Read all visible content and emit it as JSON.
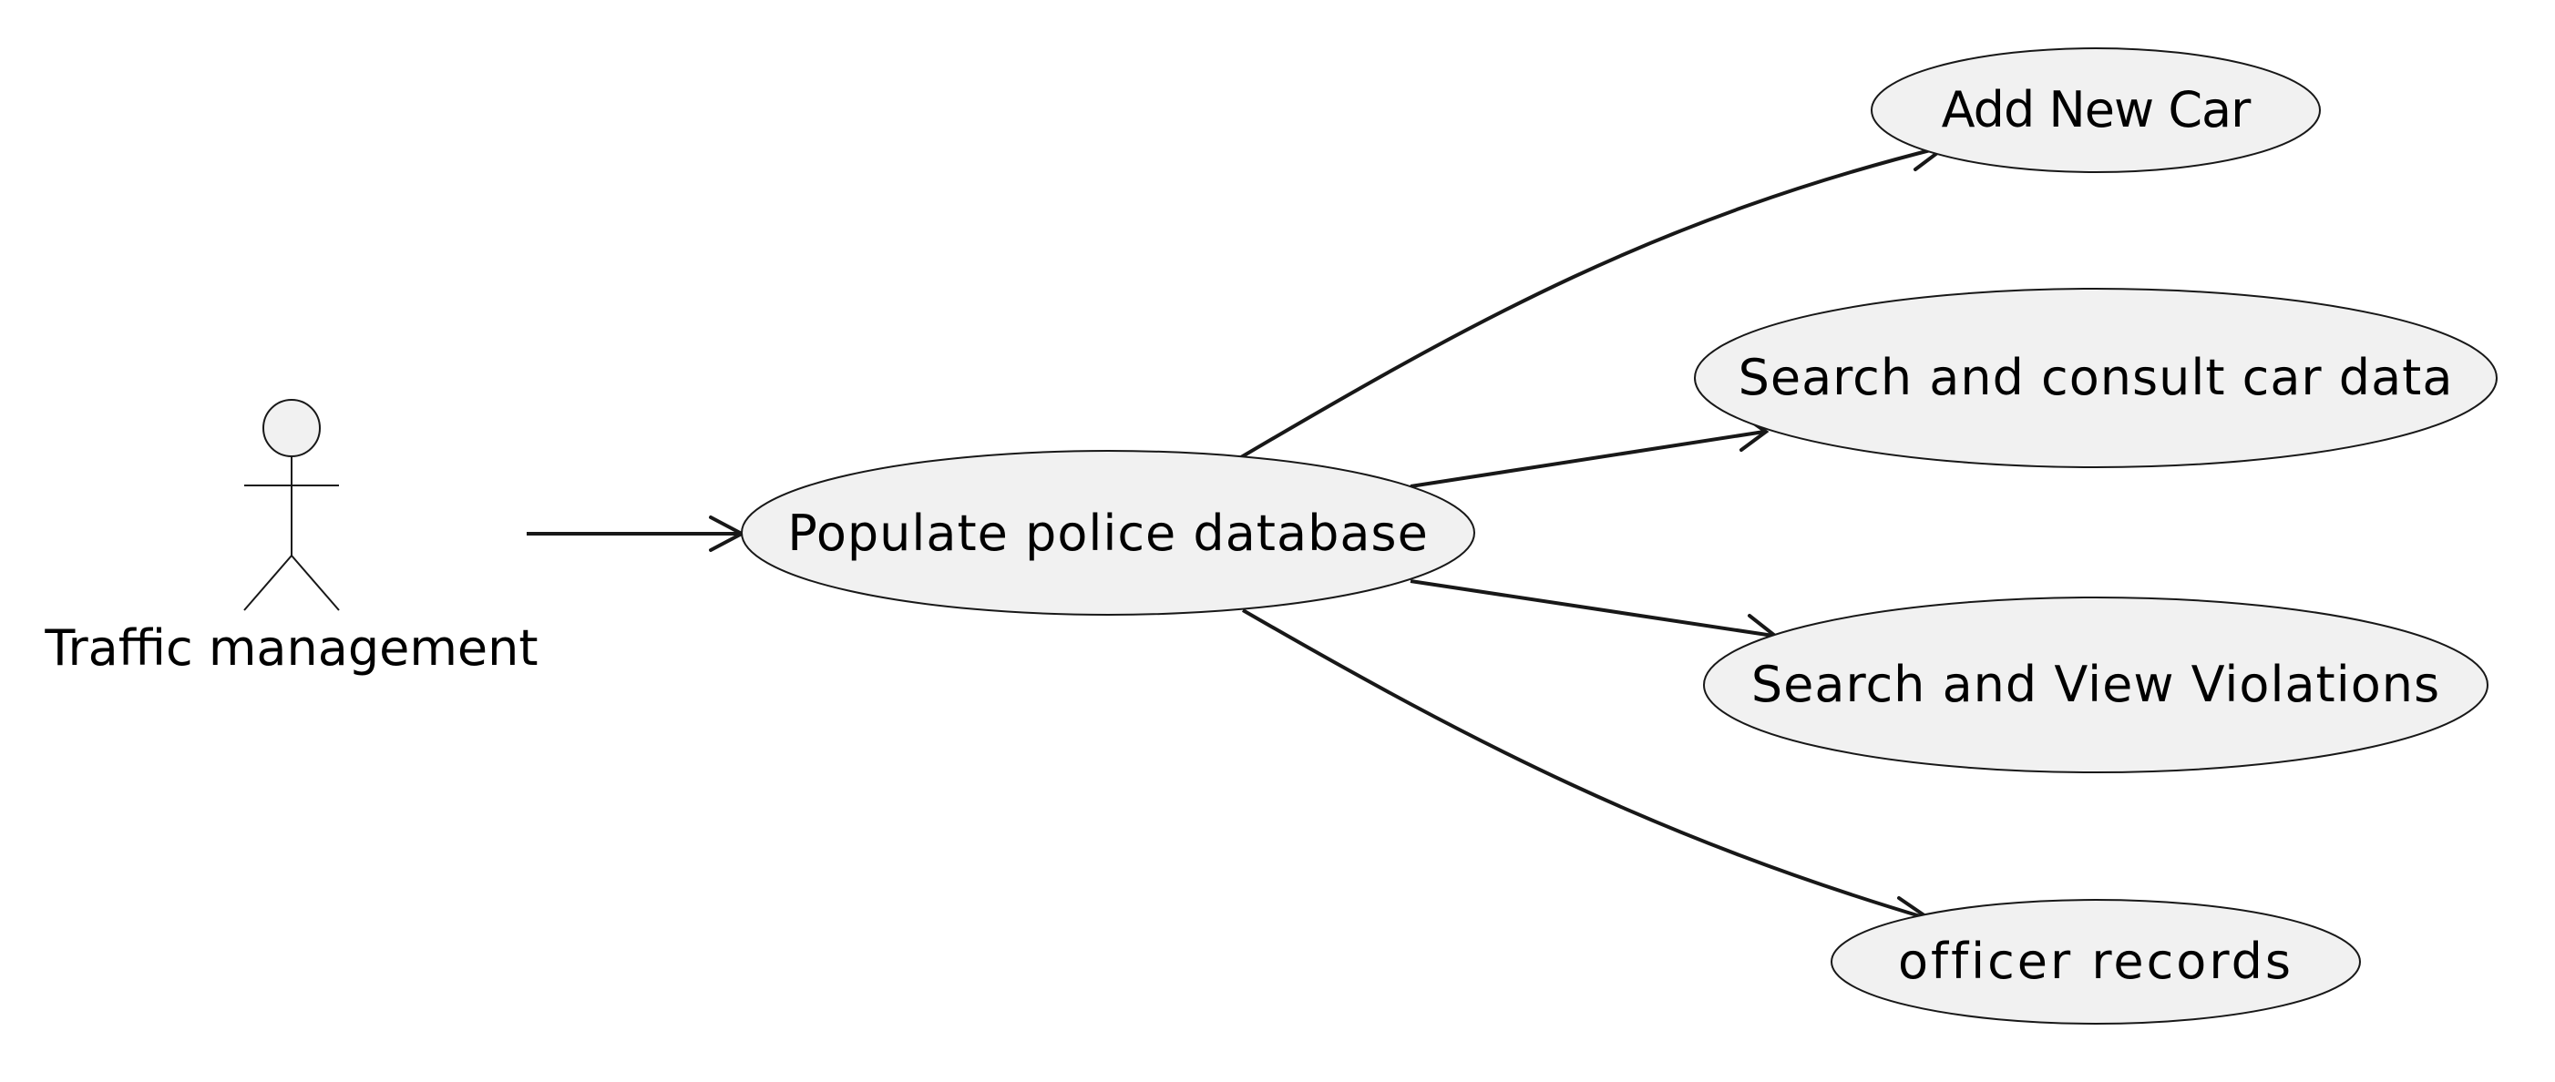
{
  "actor": {
    "label": "Traffic management"
  },
  "use_cases": {
    "populate": "Populate police database",
    "add_new_car": "Add New Car",
    "search_consult_car": "Search and consult car data",
    "search_view_violations": "Search and View Violations",
    "officer_records": "officer records"
  },
  "colors": {
    "usecase_fill": "#f1f1f1",
    "stroke": "#181818",
    "text": "#000000",
    "background": "#ffffff"
  }
}
